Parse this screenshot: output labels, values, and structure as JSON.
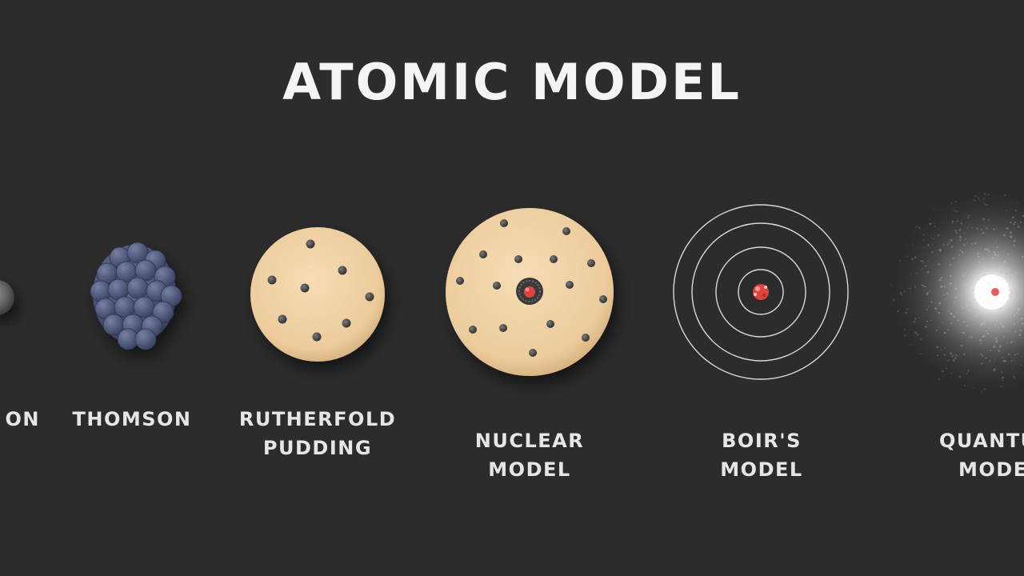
{
  "title": "ATOMIC MODEL",
  "models": [
    {
      "name": "dalton",
      "lines": [
        "ON"
      ]
    },
    {
      "name": "thomson",
      "lines": [
        "THOMSON"
      ]
    },
    {
      "name": "rutherford-pudding",
      "lines": [
        "RUTHERFOLD",
        "PUDDING"
      ]
    },
    {
      "name": "nuclear",
      "lines": [
        "NUCLEAR",
        "MODEL"
      ]
    },
    {
      "name": "bohr",
      "lines": [
        "BOIR'S",
        "MODEL"
      ]
    },
    {
      "name": "quantum",
      "lines": [
        "QUANTU",
        "MODE"
      ]
    }
  ],
  "colors": {
    "background": "#2c2c2c",
    "text": "#e6e6e6",
    "pudding": "#f1d2a6",
    "electron": "#4a4a4a",
    "thomson": "#4b5573",
    "nucleus": "#e0443c",
    "orbit": "#d8d8d8"
  }
}
